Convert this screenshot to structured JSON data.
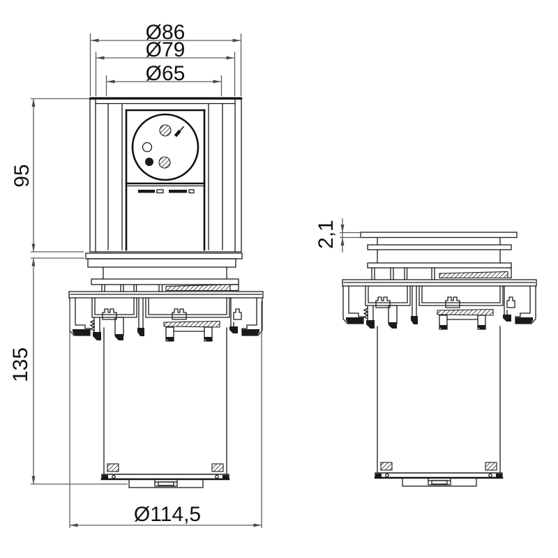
{
  "drawing": {
    "kind": "technical-dimension-drawing",
    "part": "pop-up-socket-column",
    "dimensions": {
      "top_outer_diameter": "Ø86",
      "top_mid_diameter": "Ø79",
      "top_inner_diameter": "Ø65",
      "extended_height": "95",
      "lower_body_height": "135",
      "lid_thickness": "2,1",
      "flange_diameter": "Ø114,5"
    },
    "colors": {
      "part_line": "#1a1a1a",
      "dimension_line": "#5c5c5c",
      "text": "#111111",
      "background": "#ffffff"
    }
  }
}
